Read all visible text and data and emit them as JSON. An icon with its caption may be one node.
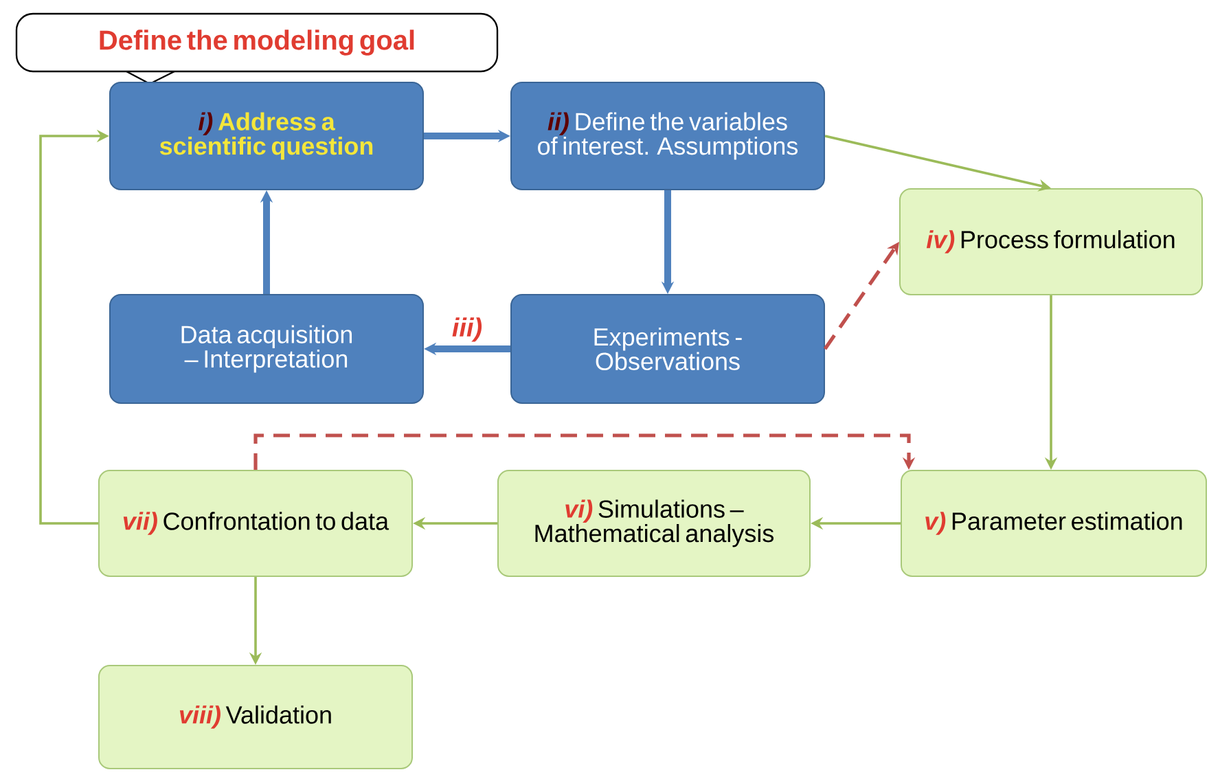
{
  "diagram": {
    "nodes": [
      {
        "text": [
          "Define the modeling goal"
        ]
      },
      {
        "text": [
          "i)",
          "Address a scientific question"
        ]
      },
      {
        "text": [
          "ii)",
          "Define the variables of interest. Assumptions"
        ]
      },
      {
        "text": [
          "iv)",
          "Process formulation"
        ]
      },
      {
        "text": [
          "Data acquisition – Interpretation"
        ]
      },
      {
        "text": [
          "Experiments - Observations"
        ]
      },
      {
        "text": [
          "vii)",
          "Confrontation to data"
        ]
      },
      {
        "text": [
          "vi)",
          "Simulations – Mathematical analysis"
        ]
      },
      {
        "text": [
          "v)",
          "Parameter estimation"
        ]
      },
      {
        "text": [
          "viii)",
          "Validation"
        ]
      }
    ],
    "edges": [
      {
        "from": 1,
        "to": 2,
        "arrow": "to",
        "style": "thick",
        "color": "#4f81bd"
      },
      {
        "from": 2,
        "to": 5,
        "arrow": "to",
        "style": "thick",
        "color": "#4f81bd"
      },
      {
        "from": 5,
        "to": 4,
        "arrow": "to",
        "label": "iii)",
        "style": "thick",
        "color": "#4f81bd"
      },
      {
        "from": 4,
        "to": 1,
        "arrow": "to",
        "style": "thick",
        "color": "#4f81bd"
      },
      {
        "from": 2,
        "to": 3,
        "arrow": "to"
      },
      {
        "from": 5,
        "to": 3,
        "arrow": "to",
        "style": "dashed",
        "color": "#c0504d"
      },
      {
        "from": 3,
        "to": 8,
        "arrow": "to"
      },
      {
        "from": 8,
        "to": 7,
        "arrow": "to"
      },
      {
        "from": 7,
        "to": 6,
        "arrow": "to"
      },
      {
        "from": 6,
        "to": 1,
        "arrow": "to"
      },
      {
        "from": 6,
        "to": 8,
        "arrow": "to",
        "style": "dashed",
        "color": "#c0504d"
      },
      {
        "from": 6,
        "to": 9,
        "arrow": "to"
      }
    ]
  }
}
